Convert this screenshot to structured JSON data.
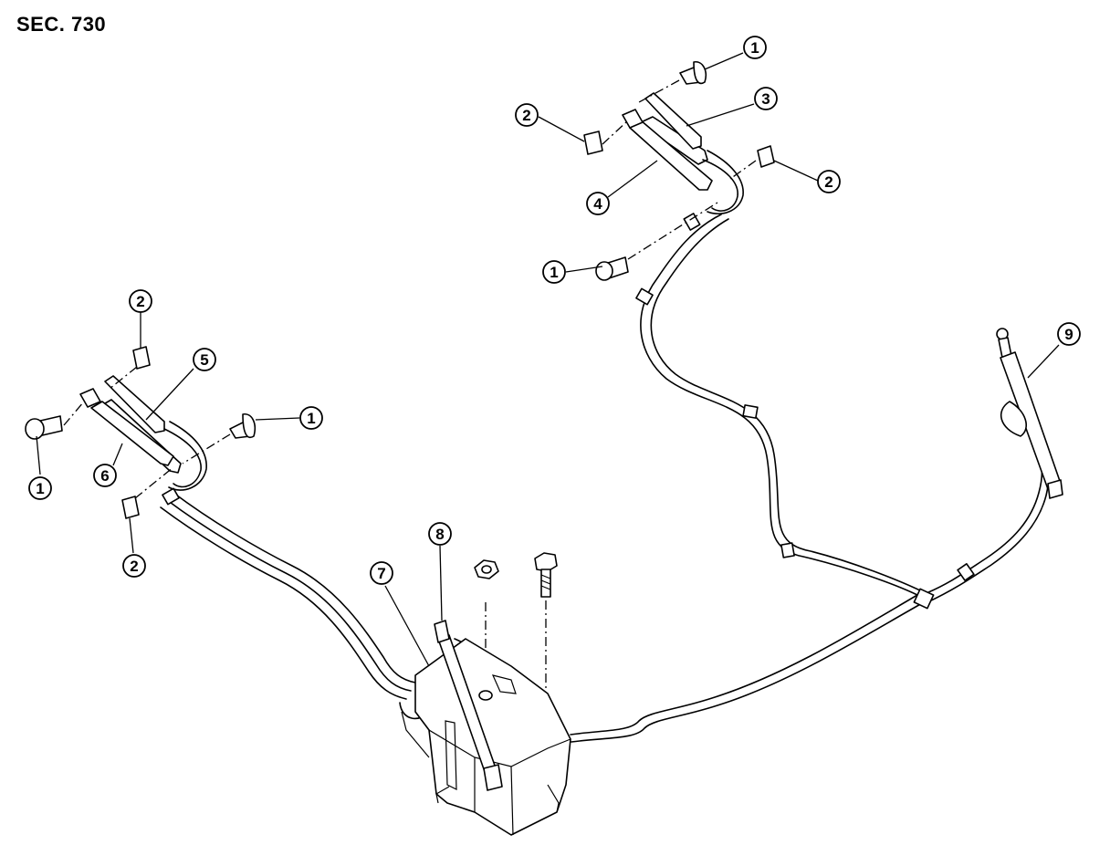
{
  "diagram": {
    "section_label": "SEC. 730",
    "callouts": [
      {
        "id": "c1a",
        "label": "1"
      },
      {
        "id": "c2a",
        "label": "2"
      },
      {
        "id": "c3",
        "label": "3"
      },
      {
        "id": "c2b",
        "label": "2"
      },
      {
        "id": "c4",
        "label": "4"
      },
      {
        "id": "c1b",
        "label": "1"
      },
      {
        "id": "c2c",
        "label": "2"
      },
      {
        "id": "c5",
        "label": "5"
      },
      {
        "id": "c1c",
        "label": "1"
      },
      {
        "id": "c1d",
        "label": "1"
      },
      {
        "id": "c6",
        "label": "6"
      },
      {
        "id": "c2d",
        "label": "2"
      },
      {
        "id": "c8",
        "label": "8"
      },
      {
        "id": "c7",
        "label": "7"
      },
      {
        "id": "c9",
        "label": "9"
      }
    ]
  }
}
